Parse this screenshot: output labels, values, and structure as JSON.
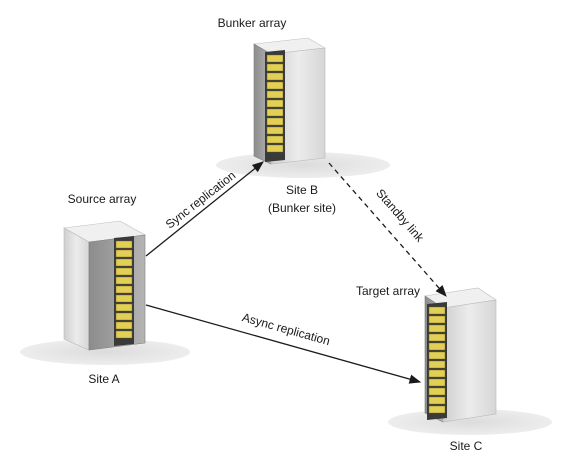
{
  "arrays": {
    "source": {
      "label": "Source array",
      "site": "Site A"
    },
    "bunker": {
      "label": "Bunker array",
      "site_line1": "Site B",
      "site_line2": "(Bunker site)"
    },
    "target": {
      "label": "Target array",
      "site": "Site C"
    }
  },
  "links": {
    "sync": "Sync replication",
    "async": "Async replication",
    "standby": "Standby link"
  },
  "colors": {
    "cabinet_front": "#e4e4e4",
    "cabinet_side": "#9e9e9e",
    "cabinet_top": "#f2f2f2",
    "drive_slot": "#e2cf55",
    "shadow": "#e6e6e6",
    "line": "#1a1a1a"
  }
}
